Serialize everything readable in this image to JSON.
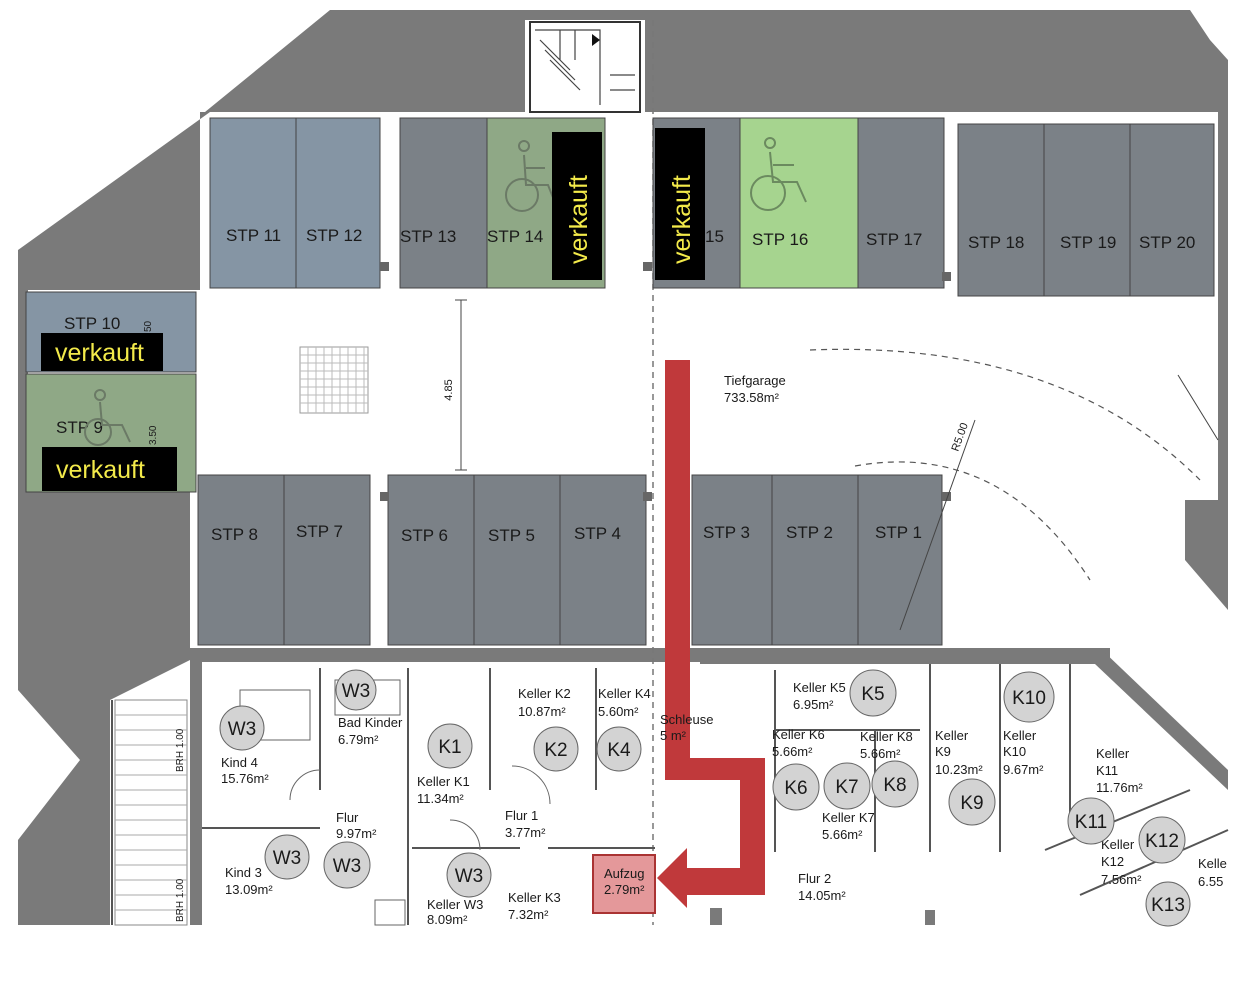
{
  "garage": {
    "name": "Tiefgarage",
    "area": "733.58m²",
    "radius": "R5.00",
    "dim_485": "4.85",
    "dim_50a": "50",
    "dim_50b": "3.50"
  },
  "sold_label": "verkauft",
  "stp": {
    "s1": "STP 1",
    "s2": "STP 2",
    "s3": "STP 3",
    "s4": "STP 4",
    "s5": "STP 5",
    "s6": "STP 6",
    "s7": "STP 7",
    "s8": "STP 8",
    "s9": "STP 9",
    "s10": "STP 10",
    "s11": "STP 11",
    "s12": "STP 12",
    "s13": "STP 13",
    "s14": "STP 14",
    "s15": "15",
    "s16": "STP 16",
    "s17": "STP 17",
    "s18": "STP 18",
    "s19": "STP 19",
    "s20": "STP 20"
  },
  "rooms": {
    "kind4": "Kind 4",
    "kind4_area": "15.76m²",
    "bad": "Bad Kinder",
    "bad_area": "6.79m²",
    "flur": "Flur",
    "flur_area": "9.97m²",
    "kind3": "Kind 3",
    "kind3_area": "13.09m²",
    "kellerw3": "Keller W3",
    "kellerw3_area": "8.09m²",
    "kellerk1": "Keller K1",
    "kellerk1_area": "11.34m²",
    "kellerk2": "Keller K2",
    "kellerk2_area": "10.87m²",
    "kellerk4": "Keller K4",
    "kellerk4_area": "5.60m²",
    "schleuse": "Schleuse",
    "schleuse_area": "5 m²",
    "flur1": "Flur 1",
    "flur1_area": "3.77m²",
    "kellerk3": "Keller K3",
    "kellerk3_area": "7.32m²",
    "aufzug": "Aufzug",
    "aufzug_area": "2.79m²",
    "kellerk5": "Keller K5",
    "kellerk5_area": "6.95m²",
    "kellerk6": "Keller K6",
    "kellerk6_area": "5.66m²",
    "kellerk8": "Keller K8",
    "kellerk8_area": "5.66m²",
    "kellerk7": "Keller K7",
    "kellerk7_area": "5.66m²",
    "kellerk9a": "Keller",
    "kellerk9b": "K9",
    "kellerk9_area": "10.23m²",
    "kellerk10a": "Keller",
    "kellerk10b": "K10",
    "kellerk10_area": "9.67m²",
    "kellerk11a": "Keller",
    "kellerk11b": "K11",
    "kellerk11_area": "11.76m²",
    "kellerk12a": "Keller",
    "kellerk12b": "K12",
    "kellerk12_area": "7.56m²",
    "kellerk13a": "Kelle",
    "kellerk13_area": "6.55",
    "flur2": "Flur 2",
    "flur2_area": "14.05m²",
    "brh1": "BRH 1.00",
    "brh2": "BRH 1.00"
  },
  "markers": {
    "w3": "W3",
    "k1": "K1",
    "k2": "K2",
    "k4": "K4",
    "k5": "K5",
    "k6": "K6",
    "k7": "K7",
    "k8": "K8",
    "k9": "K9",
    "k10": "K10",
    "k11": "K11",
    "k12": "K12",
    "k13": "K13"
  },
  "colors": {
    "space_gray": "#7b8187",
    "space_blue": "#8595a4",
    "accessible_green": "#a6d48f",
    "accessible_gray_green": "#8fa886",
    "wall": "#777777",
    "arrow": "#c0393b",
    "elevator": "#e4989a",
    "sold_bg": "#000000",
    "sold_text": "#f3ea4a"
  },
  "icons": {
    "accessible": "wheelchair-icon"
  }
}
